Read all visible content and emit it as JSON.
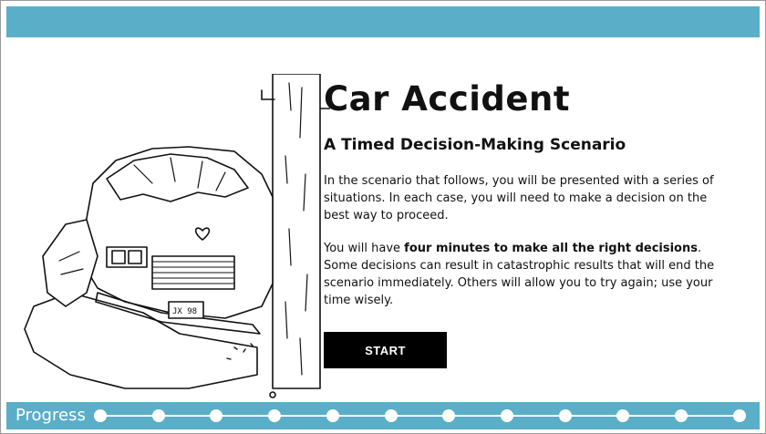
{
  "scenario": {
    "title": "Car Accident",
    "subtitle": "A Timed Decision-Making Scenario",
    "paragraph1": "In the scenario that follows, you will be presented with a series of situations. In each case, you will need to make a decision on the best way to proceed.",
    "paragraph2_prefix": "You will have ",
    "paragraph2_bold": "four minutes to make all the right decisions",
    "paragraph2_suffix": ". Some decisions can result in catastrophic results that will end the scenario immediately.  Others will allow you to try again; use your time wisely.",
    "start_label": "START"
  },
  "progress": {
    "label": "Progress",
    "step_count": 12
  },
  "illustration": {
    "license_plate": "JX 98"
  },
  "colors": {
    "bar": "#5aaec8",
    "button": "#000000",
    "text": "#111111"
  }
}
